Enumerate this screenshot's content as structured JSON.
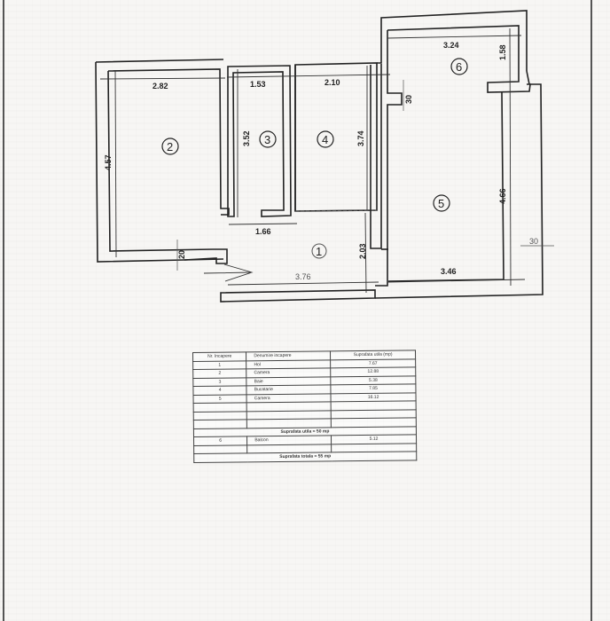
{
  "plan": {
    "rooms": [
      {
        "number": "1",
        "dims": {
          "width": "3.76",
          "height": "2.03",
          "door_width": "1.66"
        }
      },
      {
        "number": "2",
        "dims": {
          "width": "2.82",
          "height": "4.57"
        }
      },
      {
        "number": "3",
        "dims": {
          "width": "1.53",
          "height": "3.52"
        }
      },
      {
        "number": "4",
        "dims": {
          "width": "2.10",
          "height": "3.74"
        }
      },
      {
        "number": "5",
        "dims": {
          "width": "3.46",
          "height": "4.66"
        }
      },
      {
        "number": "6",
        "dims": {
          "width": "3.24",
          "height": "1.58"
        }
      }
    ],
    "wall_thickness": {
      "a": "30",
      "b": "20",
      "c": "30"
    }
  },
  "area_table": {
    "headers": [
      "Nr. Incapere",
      "Denumire incapere",
      "Suprafata utila (mp)"
    ],
    "rows": [
      {
        "nr": "1",
        "name": "Hol",
        "area": "7.67"
      },
      {
        "nr": "2",
        "name": "Camera",
        "area": "12.88"
      },
      {
        "nr": "3",
        "name": "Baie",
        "area": "5.38"
      },
      {
        "nr": "4",
        "name": "Bucatarie",
        "area": "7.85"
      },
      {
        "nr": "5",
        "name": "Camera",
        "area": "16.12"
      },
      {
        "nr": "",
        "name": "",
        "area": ""
      },
      {
        "nr": "",
        "name": "",
        "area": ""
      },
      {
        "nr": "",
        "name": "",
        "area": ""
      }
    ],
    "useful_total": "Suprafata utila = 50 mp",
    "balcony": {
      "nr": "6",
      "name": "Balcon",
      "area": "5.12"
    },
    "grand_total": "Suprafata totala = 55 mp"
  }
}
